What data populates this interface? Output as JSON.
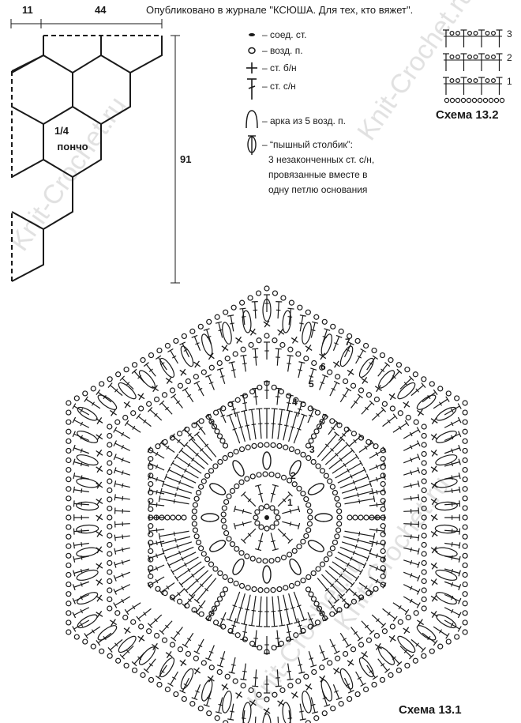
{
  "header": {
    "publication": "Опубликовано в журнале \"КСЮША. Для тех, кто вяжет\"."
  },
  "dimensions": {
    "left_width": "11",
    "top_width": "44",
    "height": "91"
  },
  "pattern_label": {
    "fraction": "1/4",
    "word": "пончо"
  },
  "legend": [
    {
      "symbol": "slip-stitch",
      "label": "– соед. ст."
    },
    {
      "symbol": "chain",
      "label": "– возд. п."
    },
    {
      "symbol": "single-crochet",
      "label": "– ст. б/н"
    },
    {
      "symbol": "double-crochet",
      "label": "– ст. с/н"
    },
    {
      "symbol": "arc",
      "label": "– арка из 5 возд. п."
    },
    {
      "symbol": "puff",
      "label": "– “пышный столбик”:"
    }
  ],
  "puff_description": [
    "3 незаконченных ст. с/н,",
    "провязанные вместе в",
    "одну петлю основания"
  ],
  "schema_small": {
    "title": "Схема 13.2",
    "rows": [
      "3",
      "2",
      "1"
    ]
  },
  "schema_main": {
    "title": "Схема 13.1",
    "rounds": [
      "1",
      "2",
      "3",
      "4",
      "5",
      "6",
      "7"
    ]
  },
  "watermark": "Knit-Crochet.ru"
}
